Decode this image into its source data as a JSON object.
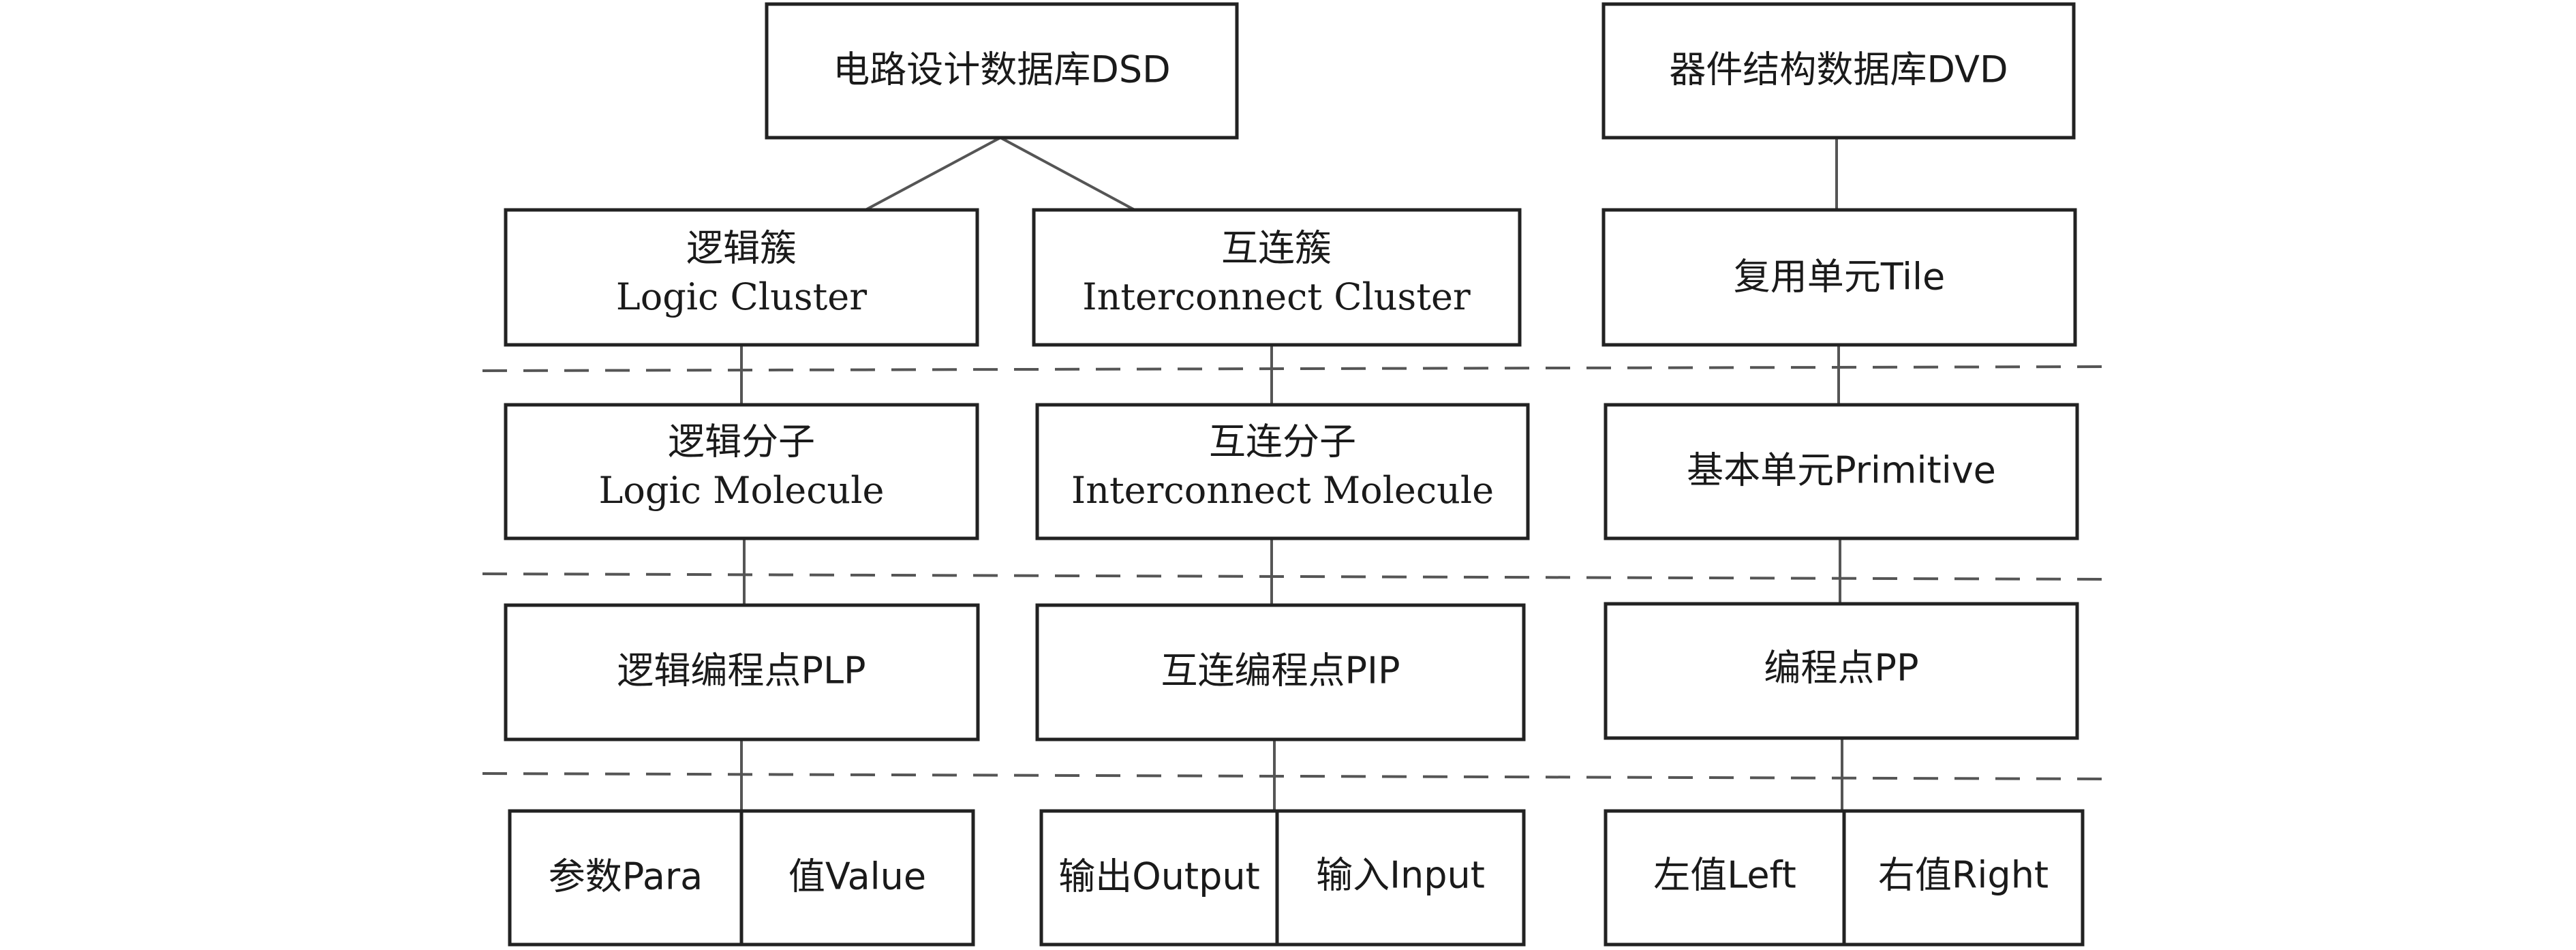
{
  "diagram": {
    "dsd": {
      "label": "电路设计数据库DSD"
    },
    "dvd": {
      "label": "器件结构数据库DVD"
    },
    "logic_cluster": {
      "line1": "逻辑簇",
      "line2": "Logic Cluster"
    },
    "interconnect_cluster": {
      "line1": "互连簇",
      "line2": "Interconnect Cluster"
    },
    "tile": {
      "label": "复用单元Tile"
    },
    "logic_molecule": {
      "line1": "逻辑分子",
      "line2": "Logic Molecule"
    },
    "interconnect_molecule": {
      "line1": "互连分子",
      "line2": "Interconnect Molecule"
    },
    "primitive": {
      "label": "基本单元Primitive"
    },
    "plp": {
      "label": "逻辑编程点PLP"
    },
    "pip": {
      "label": "互连编程点PIP"
    },
    "pp": {
      "label": "编程点PP"
    },
    "para": {
      "label": "参数Para"
    },
    "value": {
      "label": "值Value"
    },
    "output": {
      "label": "输出Output"
    },
    "input": {
      "label": "输入Input"
    },
    "left": {
      "label": "左值Left"
    },
    "right": {
      "label": "右值Right"
    }
  }
}
